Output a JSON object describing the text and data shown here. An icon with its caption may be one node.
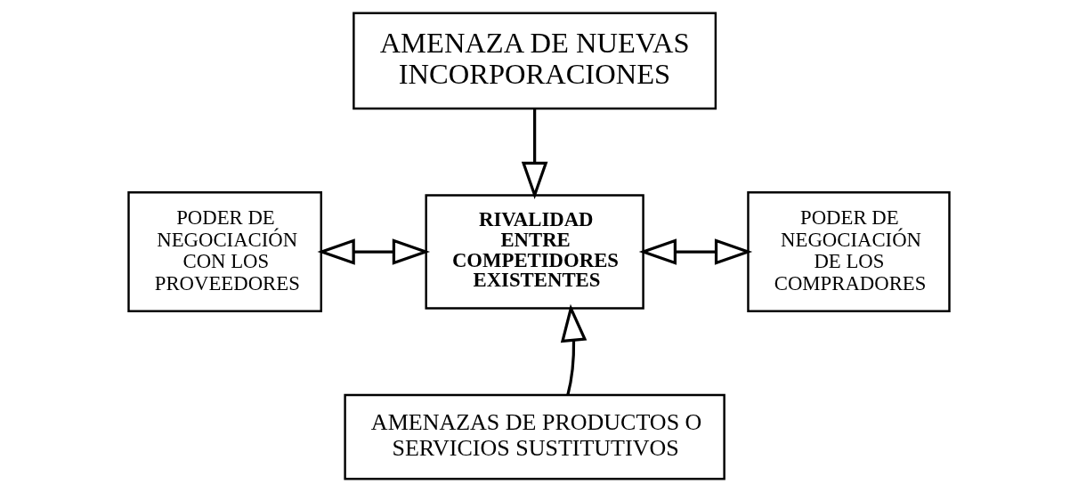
{
  "diagram": {
    "nodes": [
      {
        "text": [
          "AMENAZA DE NUEVAS INCORPORACIONES"
        ]
      },
      {
        "text": [
          "PODER DE NEGOCIACIÓN CON LOS PROVEEDORES"
        ]
      },
      {
        "text": [
          "RIVALIDAD ENTRE COMPETIDORES EXISTENTES"
        ]
      },
      {
        "text": [
          "PODER DE NEGOCIACIÓN DE LOS COMPRADORES"
        ]
      },
      {
        "text": [
          "AMENAZAS DE PRODUCTOS O SERVICIOS SUSTITUTIVOS"
        ]
      }
    ],
    "edges": [
      {
        "from": 0,
        "to": 2,
        "arrow": "to"
      },
      {
        "from": 1,
        "to": 2,
        "arrow": "both"
      },
      {
        "from": 2,
        "to": 3,
        "arrow": "both"
      },
      {
        "from": 4,
        "to": 2,
        "arrow": "to"
      }
    ]
  }
}
